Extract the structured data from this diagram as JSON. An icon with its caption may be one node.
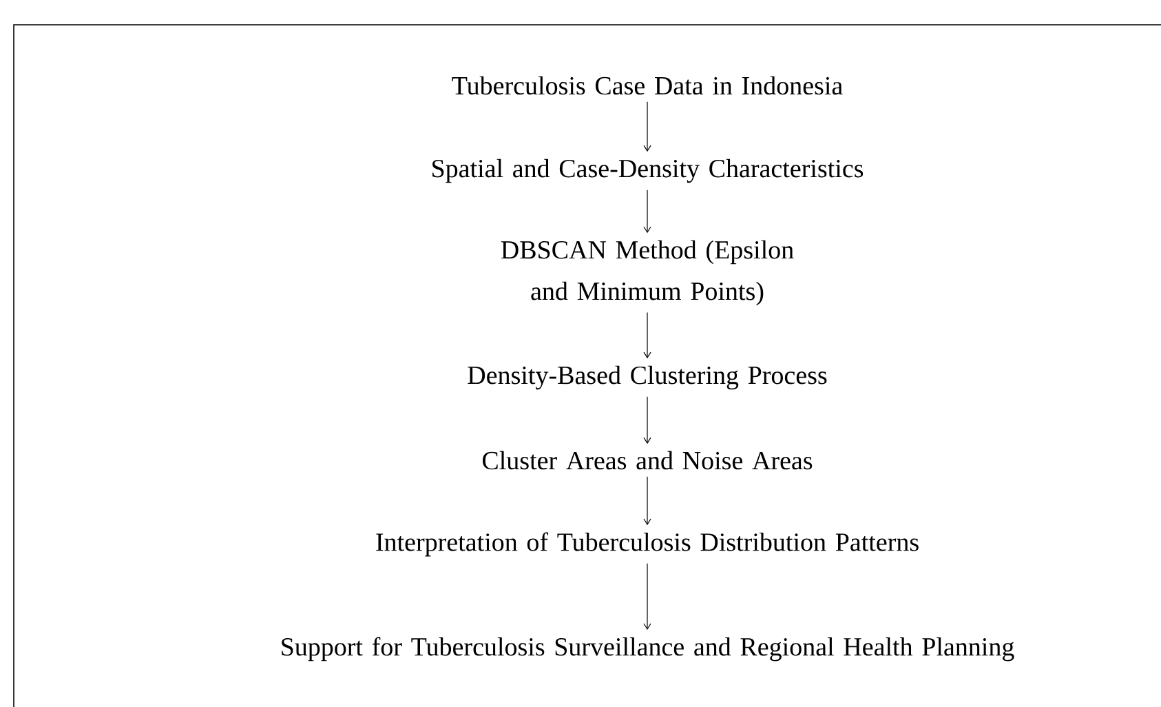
{
  "diagram": {
    "nodes": [
      {
        "text": [
          "Tuberculosis Case Data in Indonesia"
        ]
      },
      {
        "text": [
          "Spatial and Case-Density Characteristics"
        ]
      },
      {
        "text": [
          "DBSCAN Method (Epsilon and Minimum Points)"
        ]
      },
      {
        "text": [
          "Density-Based Clustering Process"
        ]
      },
      {
        "text": [
          "Cluster Areas and Noise Areas"
        ]
      },
      {
        "text": [
          "Interpretation of Tuberculosis Distribution Patterns"
        ]
      },
      {
        "text": [
          "Support for Tuberculosis Surveillance and Regional Health Planning"
        ]
      }
    ],
    "edges": [
      {
        "from": 0,
        "to": 1,
        "arrow": "to"
      },
      {
        "from": 1,
        "to": 2,
        "arrow": "to"
      },
      {
        "from": 2,
        "to": 3,
        "arrow": "to"
      },
      {
        "from": 3,
        "to": 4,
        "arrow": "to"
      },
      {
        "from": 4,
        "to": 5,
        "arrow": "to"
      },
      {
        "from": 5,
        "to": 6,
        "arrow": "to"
      }
    ]
  }
}
